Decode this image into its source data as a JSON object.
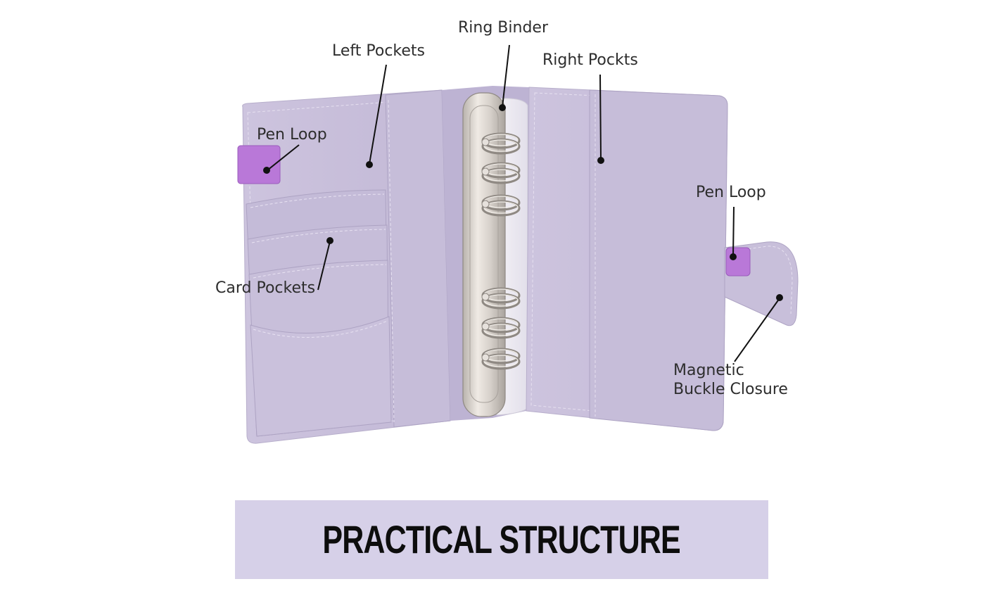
{
  "labels": {
    "ring_binder": "Ring Binder",
    "left_pockets": "Left Pockets",
    "right_pockets": "Right Pockts",
    "pen_loop_left": "Pen Loop",
    "pen_loop_right": "Pen Loop",
    "card_pockets": "Card Pockets",
    "magnetic_line1": "Magnetic",
    "magnetic_line2": "Buckle Closure"
  },
  "banner": {
    "title": "PRACTICAL STRUCTURE"
  },
  "colors": {
    "cover": "#c9c0dc",
    "pocket": "#c2b8d8",
    "pen_loop": "#b978d8",
    "banner": "#d6d0e8",
    "metal": "#d9d4cf"
  }
}
